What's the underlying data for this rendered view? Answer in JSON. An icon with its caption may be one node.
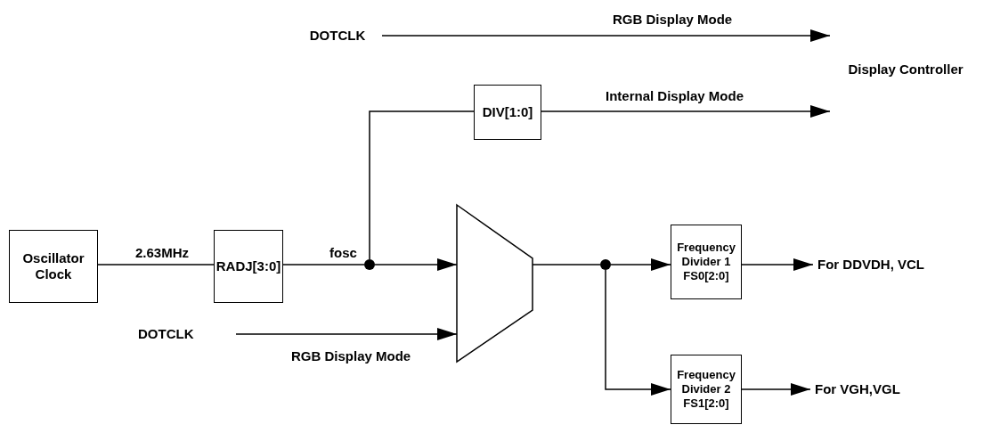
{
  "diagram": {
    "nodes": [
      {
        "text": [
          "Oscillator Clock"
        ]
      },
      {
        "text": [
          "RADJ[3:0]"
        ]
      },
      {
        "text": [
          "DIV[1:0]"
        ]
      },
      {
        "text": [],
        "shape": "trapezoid"
      },
      {
        "text": [
          "Frequency Divider 1",
          "FS0[2:0]"
        ]
      },
      {
        "text": [
          "Frequency Divider 2",
          "FS1[2:0]"
        ]
      },
      {
        "text": [
          "DOTCLK"
        ]
      },
      {
        "text": [
          "Display Controller"
        ]
      },
      {
        "text": [
          "DOTCLK"
        ]
      },
      {
        "text": [
          "For DDVDH, VCL"
        ]
      },
      {
        "text": [
          "For VGH,VGL"
        ]
      },
      {
        "text": [],
        "shape": "circle"
      },
      {
        "text": [],
        "shape": "circle"
      }
    ],
    "edges": [
      {
        "from": 0,
        "to": 1,
        "arrow": "none",
        "label": "2.63MHz"
      },
      {
        "from": 1,
        "to": 11,
        "arrow": "none",
        "label": "fosc"
      },
      {
        "from": 11,
        "to": 2,
        "arrow": "none"
      },
      {
        "from": 11,
        "to": 3,
        "arrow": "to"
      },
      {
        "from": 2,
        "to": 7,
        "arrow": "to",
        "label": "Internal Display Mode"
      },
      {
        "from": 6,
        "to": 7,
        "arrow": "to",
        "label": "RGB Display Mode"
      },
      {
        "from": 8,
        "to": 3,
        "arrow": "to",
        "label": "RGB Display Mode"
      },
      {
        "from": 3,
        "to": 12,
        "arrow": "none"
      },
      {
        "from": 12,
        "to": 4,
        "arrow": "to"
      },
      {
        "from": 12,
        "to": 5,
        "arrow": "to"
      },
      {
        "from": 4,
        "to": 9,
        "arrow": "to"
      },
      {
        "from": 5,
        "to": 10,
        "arrow": "to"
      }
    ]
  }
}
